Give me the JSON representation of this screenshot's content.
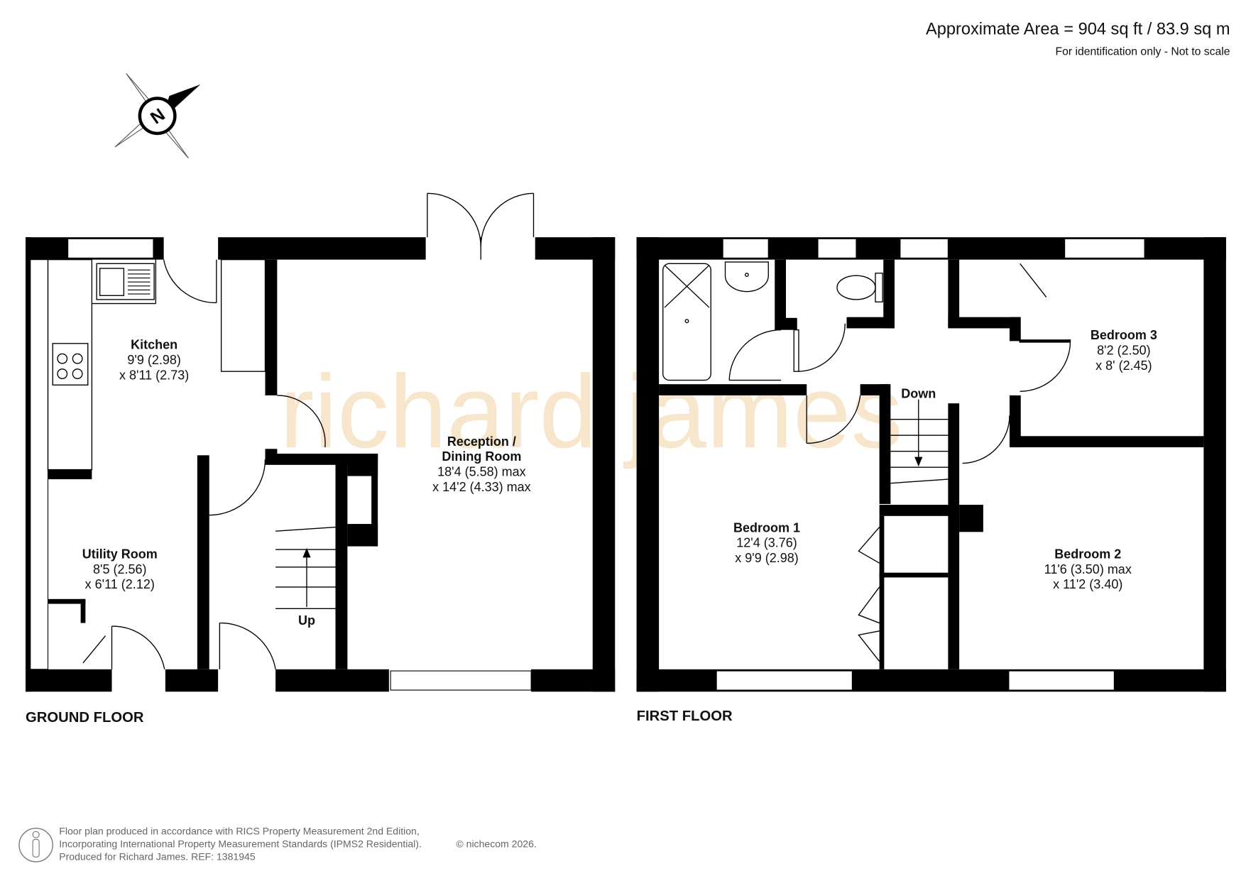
{
  "header": {
    "area": "Approximate Area = 904 sq ft / 83.9 sq m",
    "note": "For identification only - Not to scale"
  },
  "watermark": "richard james",
  "compass": {
    "label": "N"
  },
  "ground_floor": {
    "title": "GROUND FLOOR",
    "rooms": [
      {
        "name": "Kitchen",
        "dim1": "9'9 (2.98)",
        "dim2": "x 8'11 (2.73)"
      },
      {
        "name": "Utility Room",
        "dim1": "8'5 (2.56)",
        "dim2": "x 6'11 (2.12)"
      },
      {
        "name": "Reception /",
        "name2": "Dining Room",
        "dim1": "18'4 (5.58) max",
        "dim2": "x 14'2 (4.33) max"
      }
    ],
    "stairs_label": "Up"
  },
  "first_floor": {
    "title": "FIRST FLOOR",
    "rooms": [
      {
        "name": "Bedroom 1",
        "dim1": "12'4 (3.76)",
        "dim2": "x 9'9 (2.98)"
      },
      {
        "name": "Bedroom 2",
        "dim1": "11'6 (3.50) max",
        "dim2": "x 11'2 (3.40)"
      },
      {
        "name": "Bedroom 3",
        "dim1": "8'2 (2.50)",
        "dim2": "x 8' (2.45)"
      }
    ],
    "stairs_label": "Down"
  },
  "footer": {
    "line1": "Floor plan produced in accordance with RICS Property Measurement 2nd Edition,",
    "line2": "Incorporating International Property Measurement Standards (IPMS2 Residential).",
    "copyright": "© nichecom 2026.",
    "line3": "Produced for Richard James.   REF:  1381945"
  }
}
